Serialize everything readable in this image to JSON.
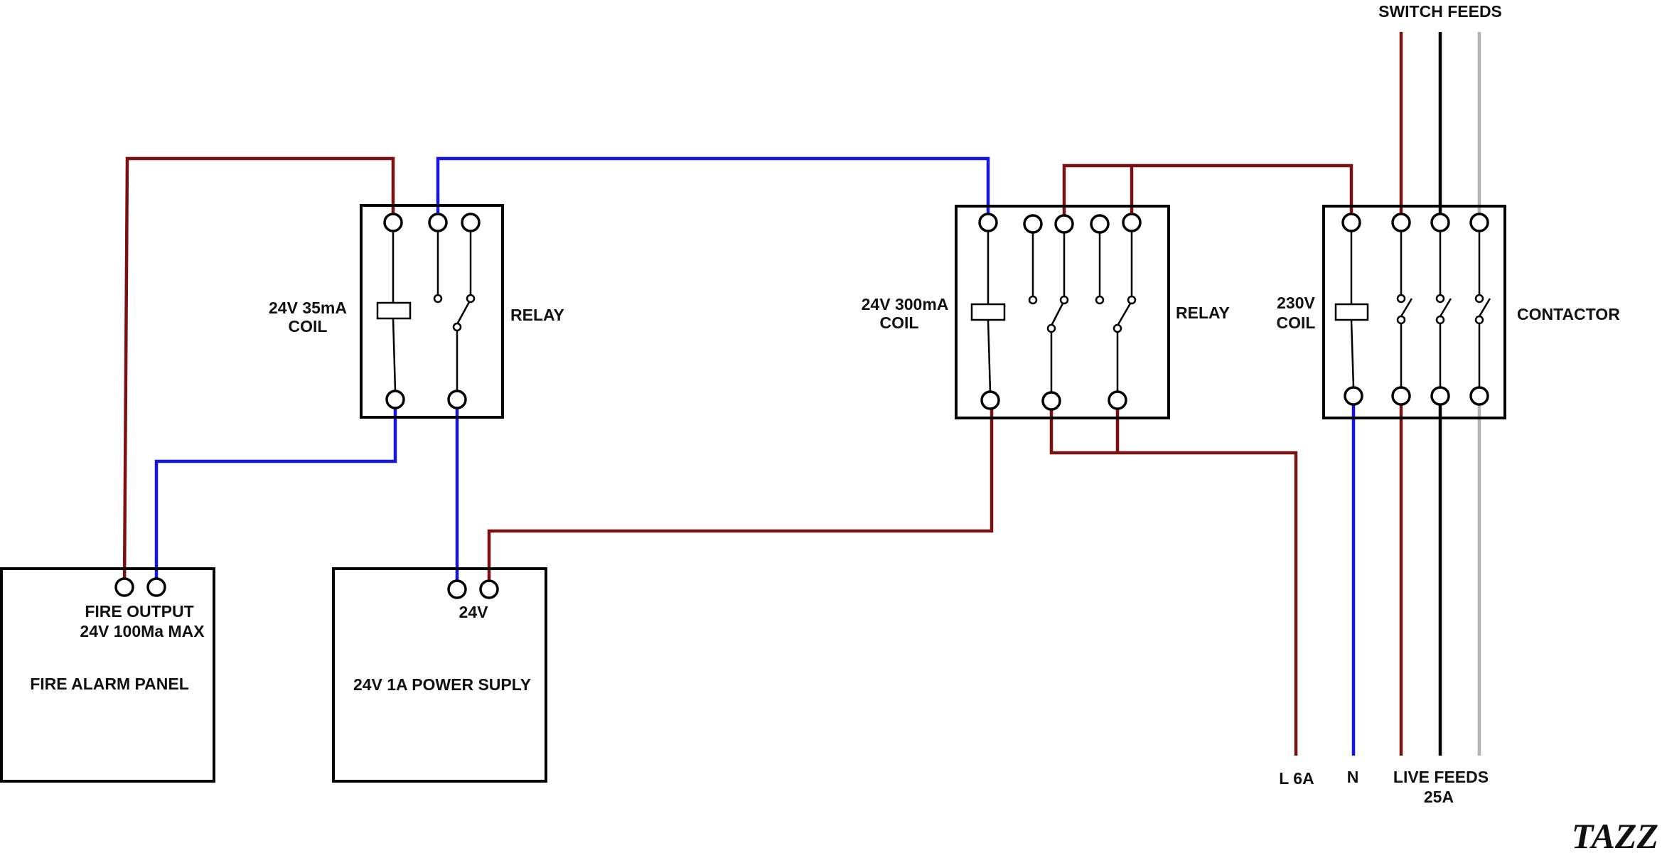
{
  "labels": {
    "switch_feeds": "SWITCH FEEDS",
    "relay1_coil_line1": "24V 35mA",
    "relay1_coil_line2": "COIL",
    "relay1_name": "RELAY",
    "relay2_coil_line1": "24V 300mA",
    "relay2_coil_line2": "COIL",
    "relay2_name": "RELAY",
    "contactor_coil_line1": "230V",
    "contactor_coil_line2": "COIL",
    "contactor_name": "CONTACTOR",
    "fire_output_line1": "FIRE OUTPUT",
    "fire_output_line2": "24V 100Ma MAX",
    "fire_alarm_panel": "FIRE ALARM PANEL",
    "psu_terminal": "24V",
    "psu_name": "24V 1A POWER SUPLY",
    "l6a": "L 6A",
    "neutral": "N",
    "live_feeds_line1": "LIVE FEEDS",
    "live_feeds_line2": "25A",
    "signature": "TAZZ"
  },
  "wire_colors": {
    "live": "#7b1010",
    "neutral": "#1515e0",
    "phase_black": "#000000",
    "phase_grey": "#b3b3b3"
  }
}
